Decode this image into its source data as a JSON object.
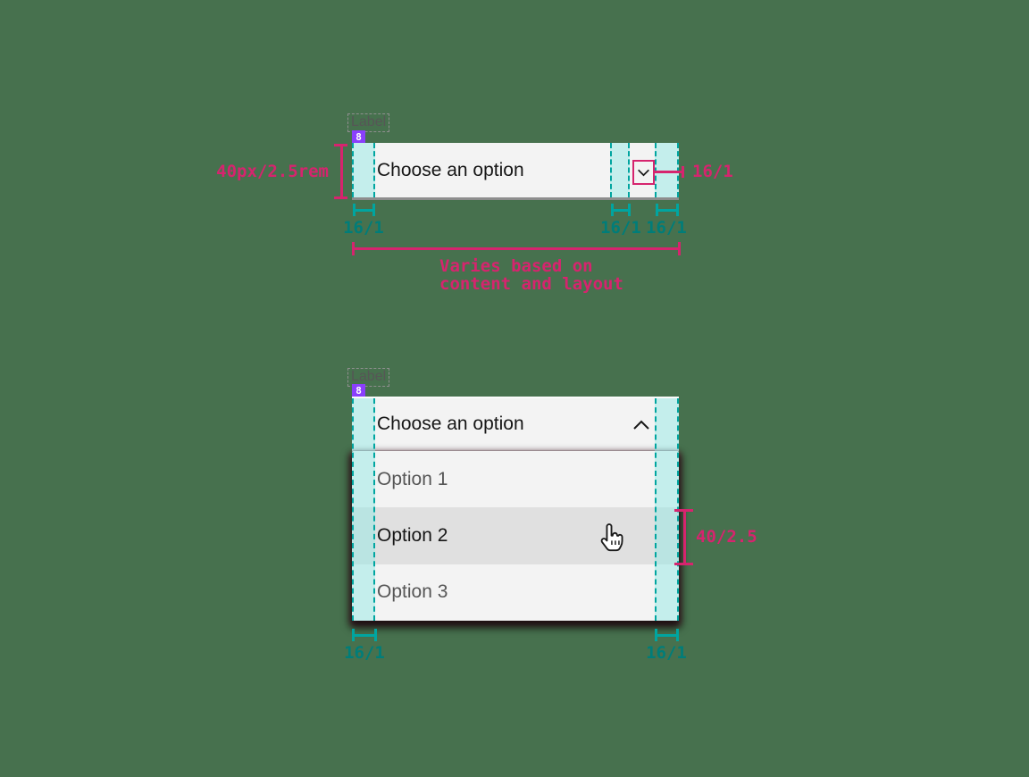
{
  "colors": {
    "background": "#47714e",
    "pink": "#d6246e",
    "teal": "#00a5a0",
    "teal_text": "#007d79",
    "teal_fill": "rgba(140,233,229,0.45)",
    "purple": "#8a3ffc",
    "field_bg": "#f3f3f3",
    "hover_bg": "#e0e0e0",
    "text_primary": "#161616",
    "text_secondary": "#565656",
    "border_strong": "#8d8d8d"
  },
  "icons": {
    "closed_field": "chevron-down-icon",
    "open_field": "chevron-up-icon",
    "pointer": "cursor-hand-icon"
  },
  "closed_dropdown": {
    "label": "Label",
    "spacing_badge": "8",
    "value": "Choose an option",
    "height_annotation": "40px/2.5rem",
    "icon_size_annotation": "16/1",
    "left_padding_annotation": "16/1",
    "icon_gap_annotation": "16/1",
    "right_padding_annotation": "16/1",
    "width_note_line1": "Varies based on",
    "width_note_line2": "content and layout"
  },
  "open_dropdown": {
    "label": "Label",
    "spacing_badge": "8",
    "value": "Choose an option",
    "options": [
      {
        "label": "Option 1",
        "state": "default"
      },
      {
        "label": "Option 2",
        "state": "hover"
      },
      {
        "label": "Option 3",
        "state": "default"
      }
    ],
    "row_height_annotation": "40/2.5",
    "left_padding_annotation": "16/1",
    "right_padding_annotation": "16/1"
  }
}
